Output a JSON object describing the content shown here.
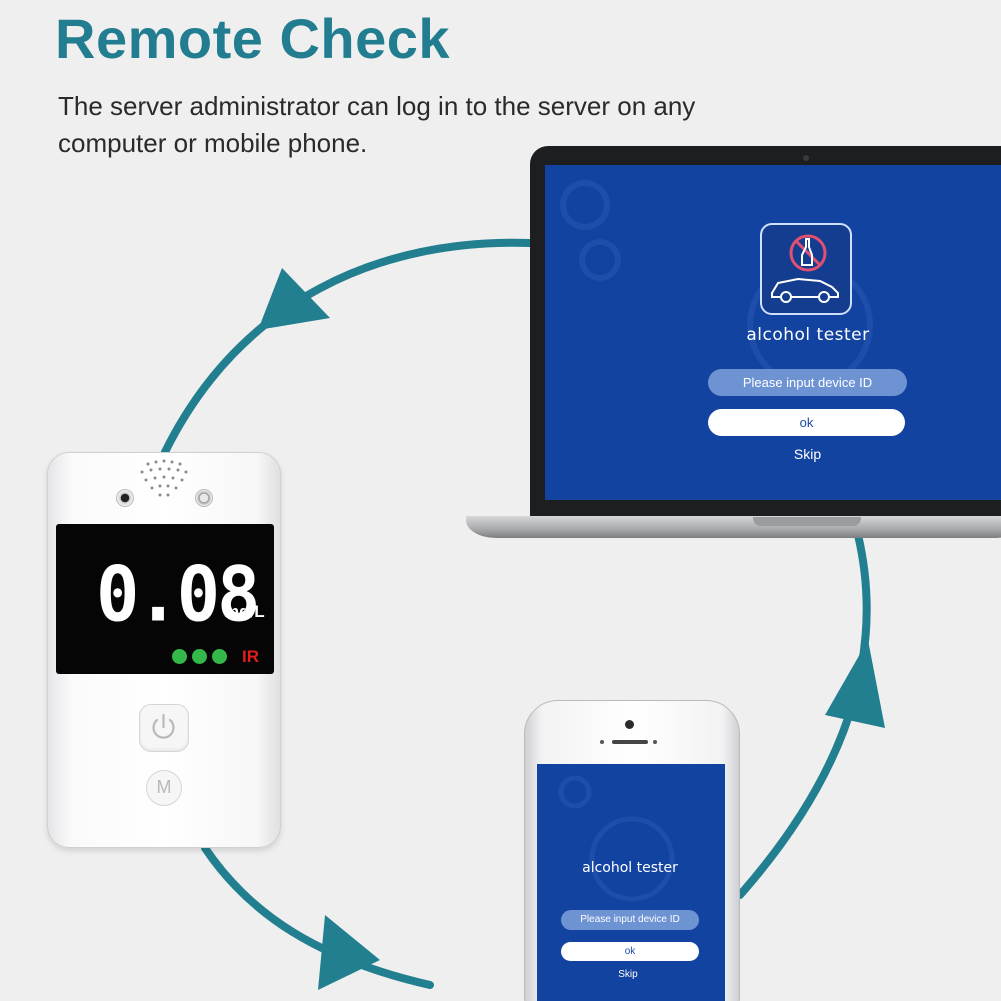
{
  "header": {
    "title": "Remote Check",
    "description": "The server administrator can log in to the server on any computer or mobile phone."
  },
  "colors": {
    "accent": "#217d8f",
    "cycle_arrow": "#227f90",
    "app_background": "#1343a0"
  },
  "laptop_app": {
    "name": "alcohol tester",
    "device_id_placeholder": "Please input device ID",
    "ok_label": "ok",
    "skip_label": "Skip"
  },
  "phone_app": {
    "name": "alcohol tester",
    "device_id_placeholder": "Please input device ID",
    "ok_label": "ok",
    "skip_label": "Skip"
  },
  "breathalyzer": {
    "reading": "0.08",
    "unit": "mg/L",
    "ir_label": "IR",
    "status_lights": 3,
    "m_button_label": "M"
  }
}
